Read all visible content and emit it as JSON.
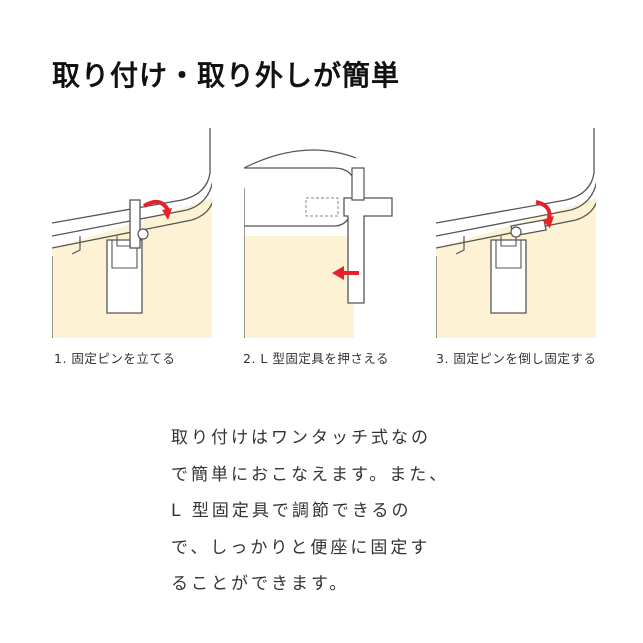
{
  "title": "取り付け・取り外しが簡単",
  "steps": [
    {
      "caption": "1. 固定ピンを立てる"
    },
    {
      "caption": "2. L 型固定具を押さえる"
    },
    {
      "caption": "3. 固定ピンを倒し固定する"
    }
  ],
  "description": [
    "取り付けはワンタッチ式なの",
    "で簡単におこなえます。また、",
    "L 型固定具で調節できるの",
    "で、しっかりと便座に固定す",
    "ることができます。"
  ],
  "colors": {
    "seat_fill": "#fdf3d4",
    "arrow": "#e8202a",
    "line": "#555555"
  }
}
